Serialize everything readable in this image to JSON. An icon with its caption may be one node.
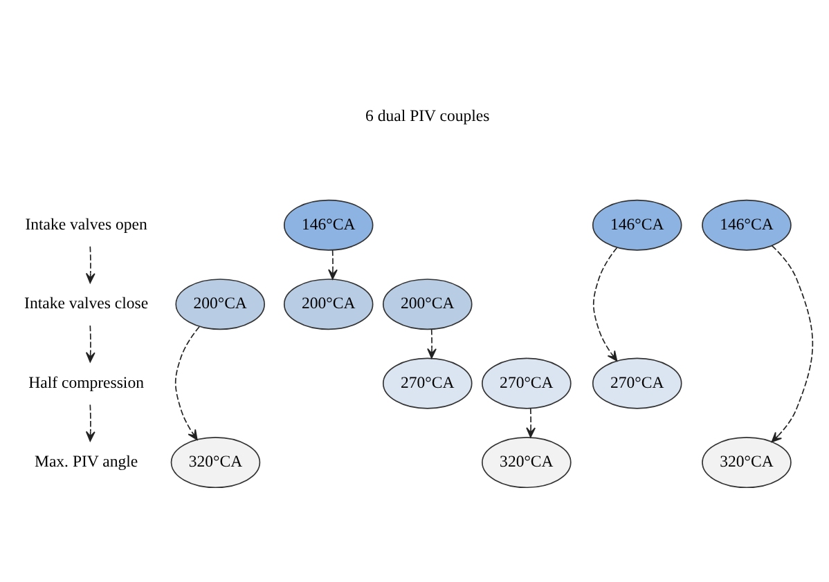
{
  "diagram": {
    "nodes": [
      {
        "text": [
          "Intake valves open"
        ]
      },
      {
        "text": [
          "146°CA"
        ]
      },
      {
        "text": [
          "146°CA"
        ]
      },
      {
        "text": [
          "146°CA"
        ]
      },
      {
        "text": [
          "Intake valves close"
        ]
      },
      {
        "text": [
          "200°CA"
        ]
      },
      {
        "text": [
          "200°CA"
        ]
      },
      {
        "text": [
          "200°CA"
        ]
      },
      {
        "text": [
          "Half compression"
        ]
      },
      {
        "text": [
          "270°CA"
        ]
      },
      {
        "text": [
          "270°CA"
        ]
      },
      {
        "text": [
          "270°CA"
        ]
      },
      {
        "text": [
          "Max. PIV angle"
        ]
      },
      {
        "text": [
          "320°CA"
        ]
      },
      {
        "text": [
          "320°CA"
        ]
      },
      {
        "text": [
          "320°CA"
        ]
      }
    ],
    "edges": [
      {
        "from": 0,
        "to": 4,
        "arrow": "to",
        "style": "dashed"
      },
      {
        "from": 4,
        "to": 8,
        "arrow": "to",
        "style": "dashed"
      },
      {
        "from": 8,
        "to": 12,
        "arrow": "to",
        "style": "dashed"
      },
      {
        "from": 1,
        "to": 6,
        "arrow": "to",
        "style": "dashed"
      },
      {
        "from": 2,
        "to": 11,
        "arrow": "to",
        "style": "dashed"
      },
      {
        "from": 3,
        "to": 15,
        "arrow": "to",
        "style": "dashed"
      },
      {
        "from": 5,
        "to": 13,
        "arrow": "to",
        "style": "dashed"
      },
      {
        "from": 7,
        "to": 9,
        "arrow": "to",
        "style": "dashed"
      },
      {
        "from": 10,
        "to": 14,
        "arrow": "to",
        "style": "dashed"
      }
    ],
    "labels": [
      "6 dual PIV couples"
    ]
  }
}
